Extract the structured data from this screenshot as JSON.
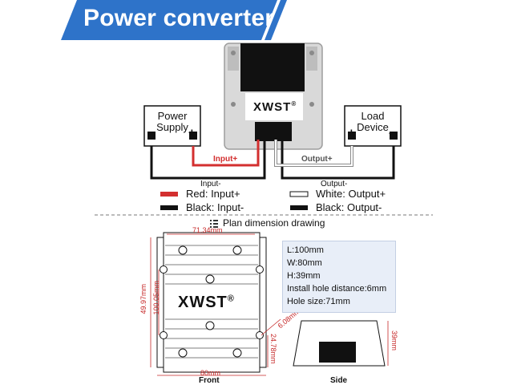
{
  "banner": {
    "title": "Power converter",
    "color": "#2e73c9"
  },
  "wiring": {
    "power_supply_label": "Power\nSupply",
    "load_device_label": "Load\nDevice",
    "brand": "XWST",
    "registered_mark": "®",
    "input_plus": "Input+",
    "output_plus": "Output+",
    "input_minus": "Input-",
    "output_minus": "Output-",
    "plus_sign": "+",
    "minus_sign": "−"
  },
  "legend": {
    "items": [
      {
        "swatch": "#d32f2f",
        "text": "Red: Input+"
      },
      {
        "swatch": "#111111",
        "text": "Black: Input-"
      },
      {
        "swatch": "#ffffff",
        "text": "White: Output+"
      },
      {
        "swatch": "#111111",
        "text": "Black: Output-"
      }
    ]
  },
  "dimension_drawing": {
    "heading": "Plan dimension drawing",
    "heading_icon": "list-icon",
    "front_label": "Front",
    "side_label": "Side",
    "brand": "XWST",
    "registered_mark": "®",
    "dims": {
      "top_width": "71.34mm",
      "bottom_width": "80mm",
      "left_outer": "100.05mm",
      "left_inner": "49.97mm",
      "right_lower": "24.78mm",
      "hole_offset": "6.08mm",
      "side_height": "39mm"
    }
  },
  "specs": {
    "lines": [
      "L:100mm",
      "W:80mm",
      "H:39mm",
      "Install hole distance:6mm",
      "Hole size:71mm"
    ]
  }
}
